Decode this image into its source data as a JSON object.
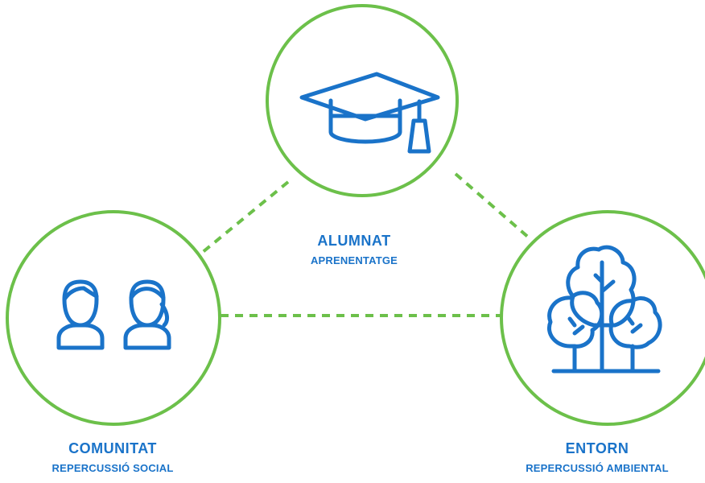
{
  "nodes": {
    "alumnat": {
      "title": "ALUMNAT",
      "subtitle": "APRENENTATGE",
      "icon": "graduation-cap-icon"
    },
    "comunitat": {
      "title": "COMUNITAT",
      "subtitle": "REPERCUSSIÓ SOCIAL",
      "icon": "people-icon"
    },
    "entorn": {
      "title": "ENTORN",
      "subtitle": "REPERCUSSIÓ AMBIENTAL",
      "icon": "trees-icon"
    }
  },
  "colors": {
    "circle_stroke": "#6cc04a",
    "connector": "#6cc04a",
    "icon": "#1a73c9",
    "text": "#1a73c9"
  }
}
